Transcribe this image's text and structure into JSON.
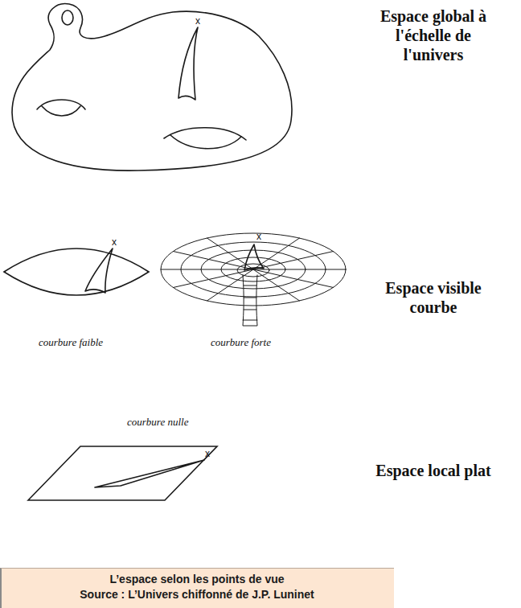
{
  "diagram": {
    "caption": "L’espace selon les points de vue",
    "labels": [
      "Espace global à l'échelle de l'univers",
      "x",
      "Espace visible courbe",
      "x",
      "x",
      "courbure faible",
      "courbure forte",
      "Espace local plat",
      "courbure nulle",
      "x",
      "Source : L’Univers chiffonné de J.P. Luninet"
    ]
  }
}
